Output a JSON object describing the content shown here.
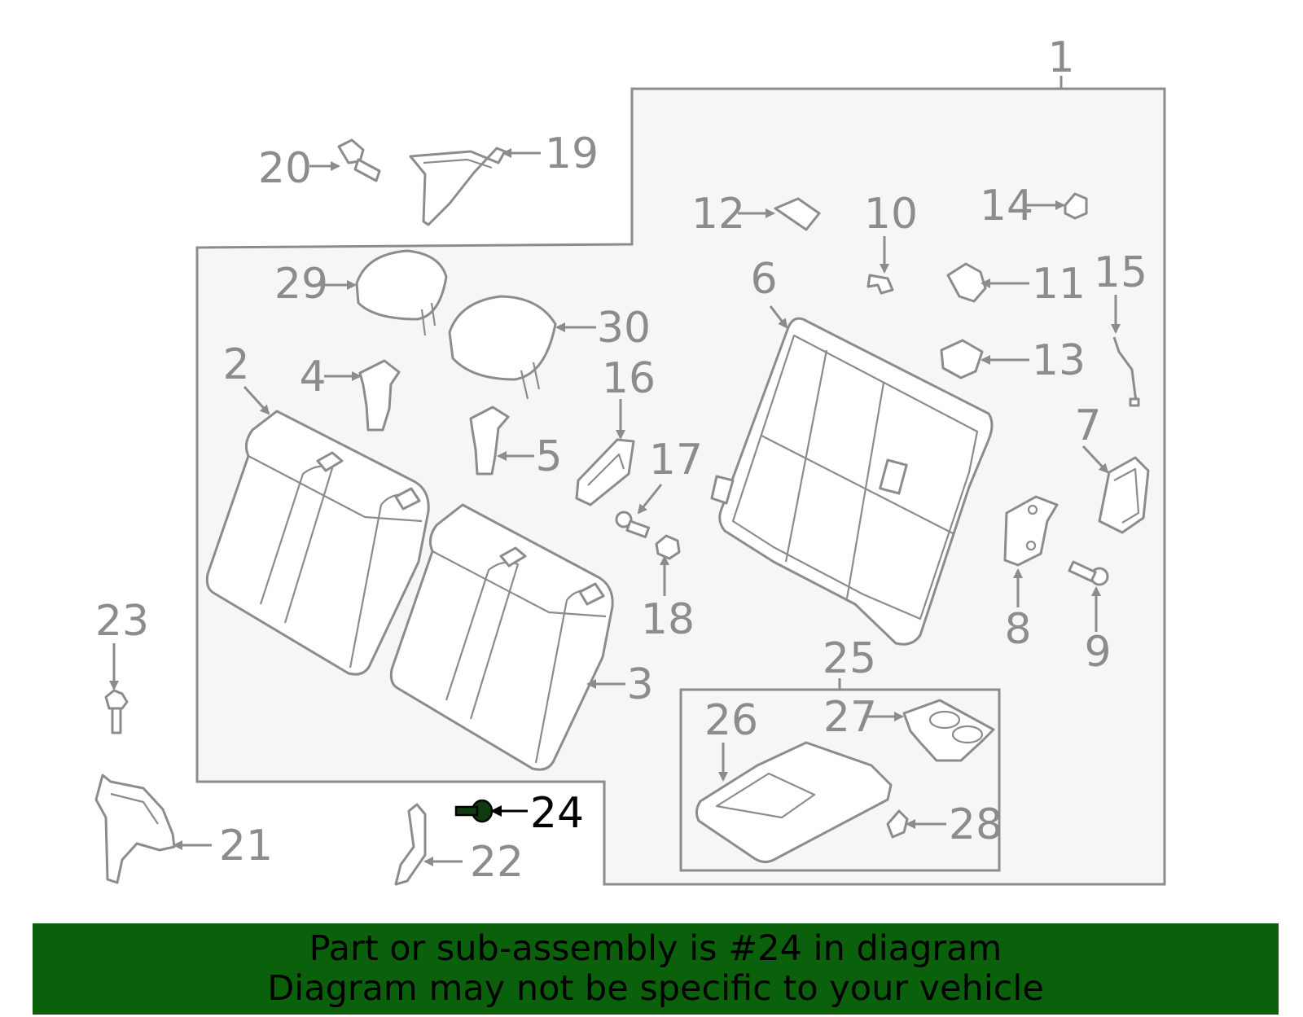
{
  "diagram": {
    "callouts": [
      "1",
      "2",
      "3",
      "4",
      "5",
      "6",
      "7",
      "8",
      "9",
      "10",
      "11",
      "12",
      "13",
      "14",
      "15",
      "16",
      "17",
      "18",
      "19",
      "20",
      "21",
      "22",
      "23",
      "24",
      "25",
      "26",
      "27",
      "28",
      "29",
      "30"
    ],
    "highlighted_callout": "24",
    "colors": {
      "line": "#8c8c8c",
      "frame_fill": "#f6f6f6",
      "highlight": "#000000",
      "part_fill": "#ffffff"
    }
  },
  "banner": {
    "line1": "Part or sub-assembly is #24 in diagram",
    "line2": "Diagram may not be specific to your vehicle",
    "background": "#0b600b"
  }
}
